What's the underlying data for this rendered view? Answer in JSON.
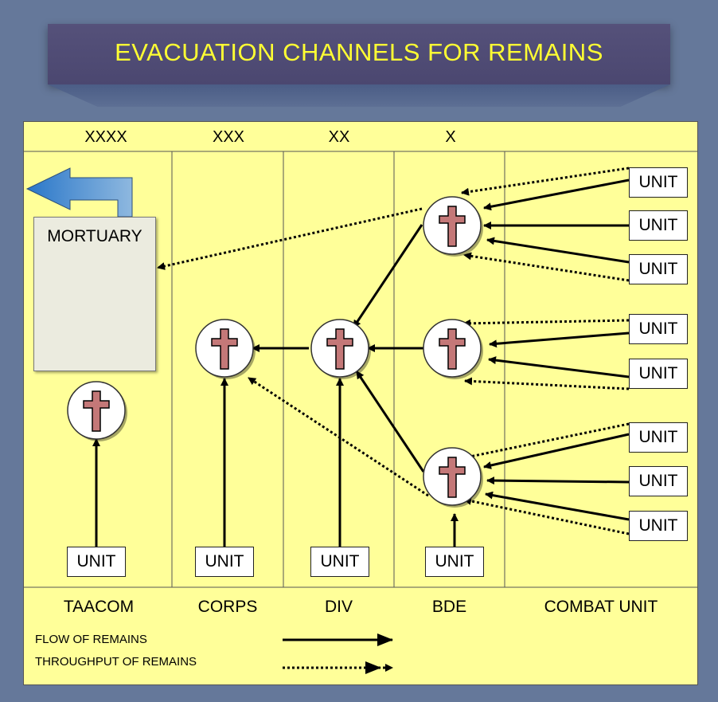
{
  "title": "EVACUATION CHANNELS FOR REMAINS",
  "echelon_marks": [
    "XXXX",
    "XXX",
    "XX",
    "X"
  ],
  "columns": [
    "TAACOM",
    "CORPS",
    "DIV",
    "BDE",
    "COMBAT UNIT"
  ],
  "mortuary_label": "MORTUARY",
  "unit_label": "UNIT",
  "legend": {
    "flow": "FLOW OF REMAINS",
    "throughput": "THROUGHPUT OF REMAINS"
  },
  "colors": {
    "background": "#65789a",
    "panel": "#ffff99",
    "title_text": "#ffff33",
    "cross": "#c47878",
    "evac_arrow": "#3d7fc2"
  },
  "icons": [
    "collection-point-cross-icon",
    "airplane-icon",
    "evacuation-arrow-icon"
  ]
}
